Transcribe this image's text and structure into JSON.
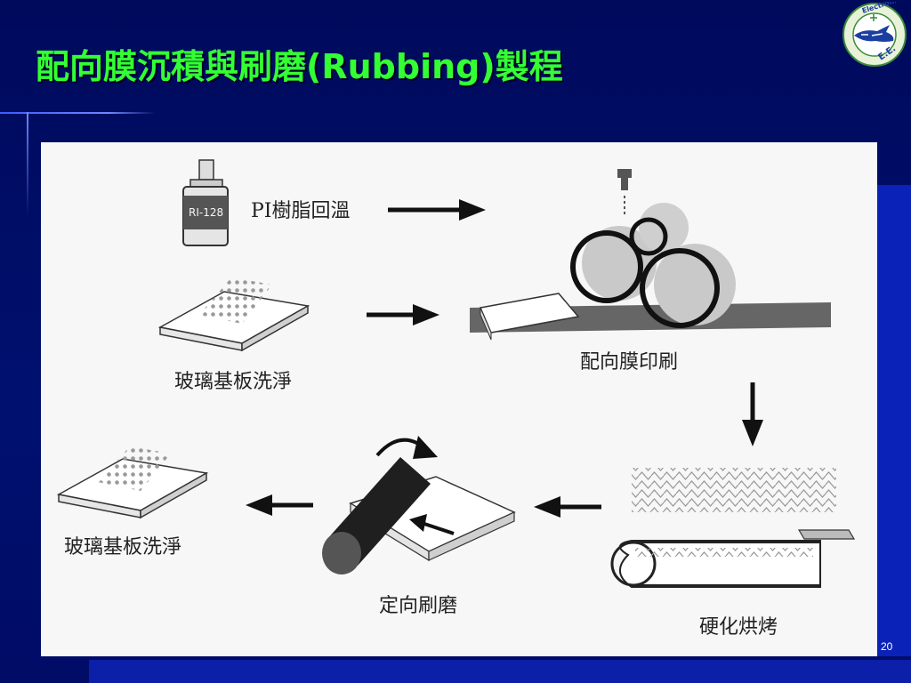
{
  "title": "配向膜沉積與刷磨(Rubbing)製程",
  "logo": {
    "ring_text": "Electronic",
    "inner_text": "E.E."
  },
  "labels": {
    "pi_resin": "PI樹脂回溫",
    "glass_clean_top": "玻璃基板洗淨",
    "alignment_print": "配向膜印刷",
    "hard_bake": "硬化烘烤",
    "orient_rub": "定向刷磨",
    "glass_clean_bottom": "玻璃基板洗淨",
    "bottle_label": "RI-128"
  },
  "page_number": "20",
  "colors": {
    "title": "#33ff33",
    "background": "#000c66",
    "panel": "#f7f7f7"
  }
}
